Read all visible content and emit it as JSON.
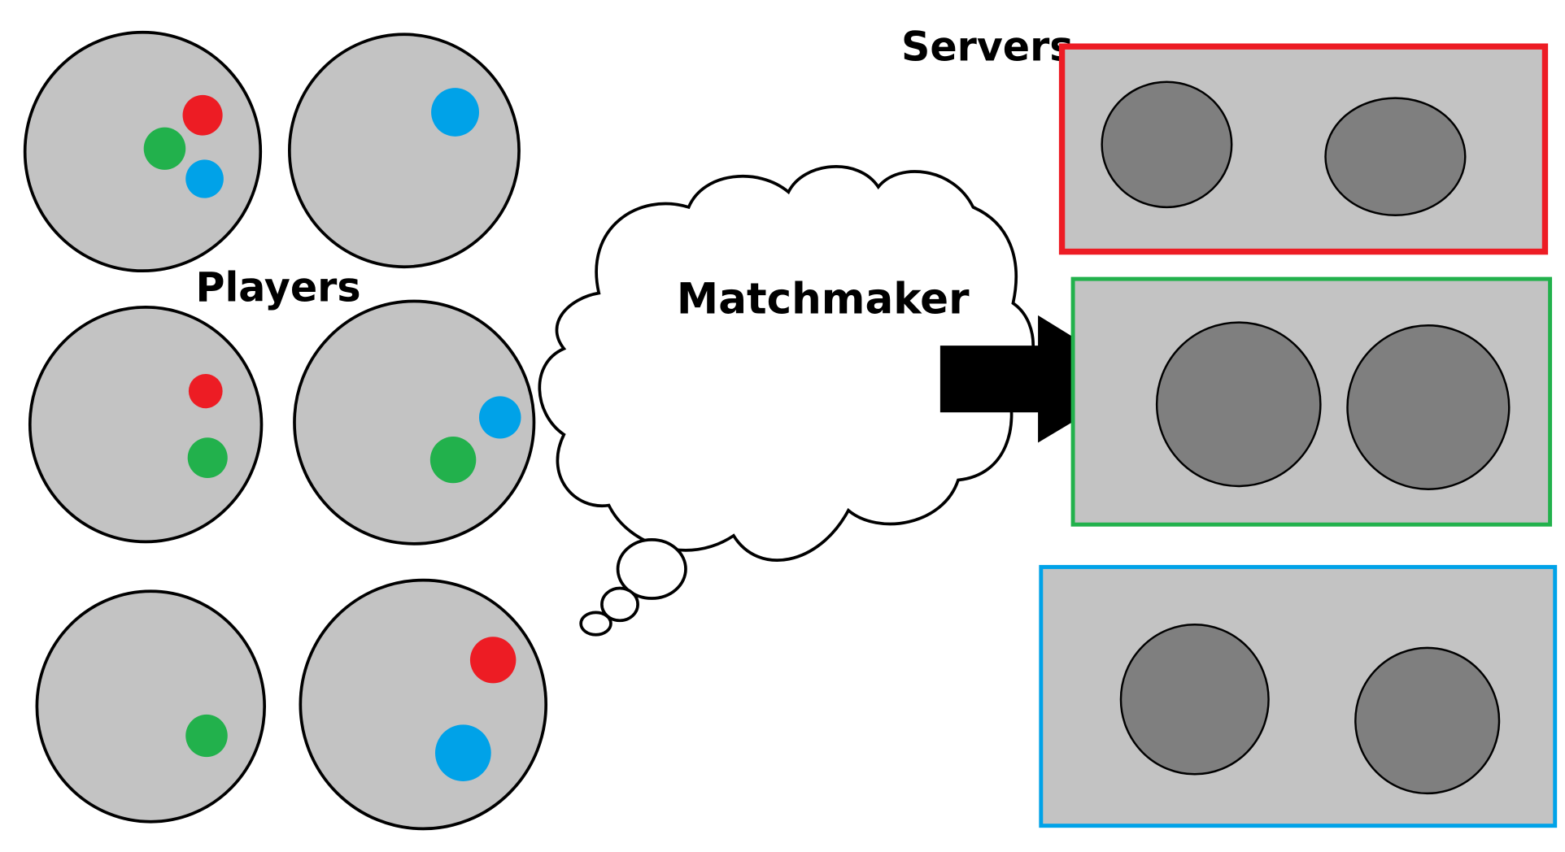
{
  "labels": {
    "players": "Players",
    "matchmaker": "Matchmaker",
    "servers": "Servers"
  },
  "colors": {
    "red": "#ed1c24",
    "green": "#22b14c",
    "blue": "#00a2e8",
    "light_gray": "#c3c3c3",
    "dark_gray": "#7f7f7f",
    "outline": "#000000"
  },
  "players": [
    {
      "name": "player-group-1",
      "members": [
        "red",
        "green",
        "blue"
      ]
    },
    {
      "name": "player-group-2",
      "members": [
        "blue"
      ]
    },
    {
      "name": "player-group-3",
      "members": [
        "red",
        "green"
      ]
    },
    {
      "name": "player-group-4",
      "members": [
        "blue",
        "green"
      ]
    },
    {
      "name": "player-group-5",
      "members": [
        "green"
      ]
    },
    {
      "name": "player-group-6",
      "members": [
        "red",
        "blue"
      ]
    }
  ],
  "servers": [
    {
      "name": "server-red",
      "border": "red",
      "slots": 2
    },
    {
      "name": "server-green",
      "border": "green",
      "slots": 2
    },
    {
      "name": "server-blue",
      "border": "blue",
      "slots": 2
    }
  ]
}
